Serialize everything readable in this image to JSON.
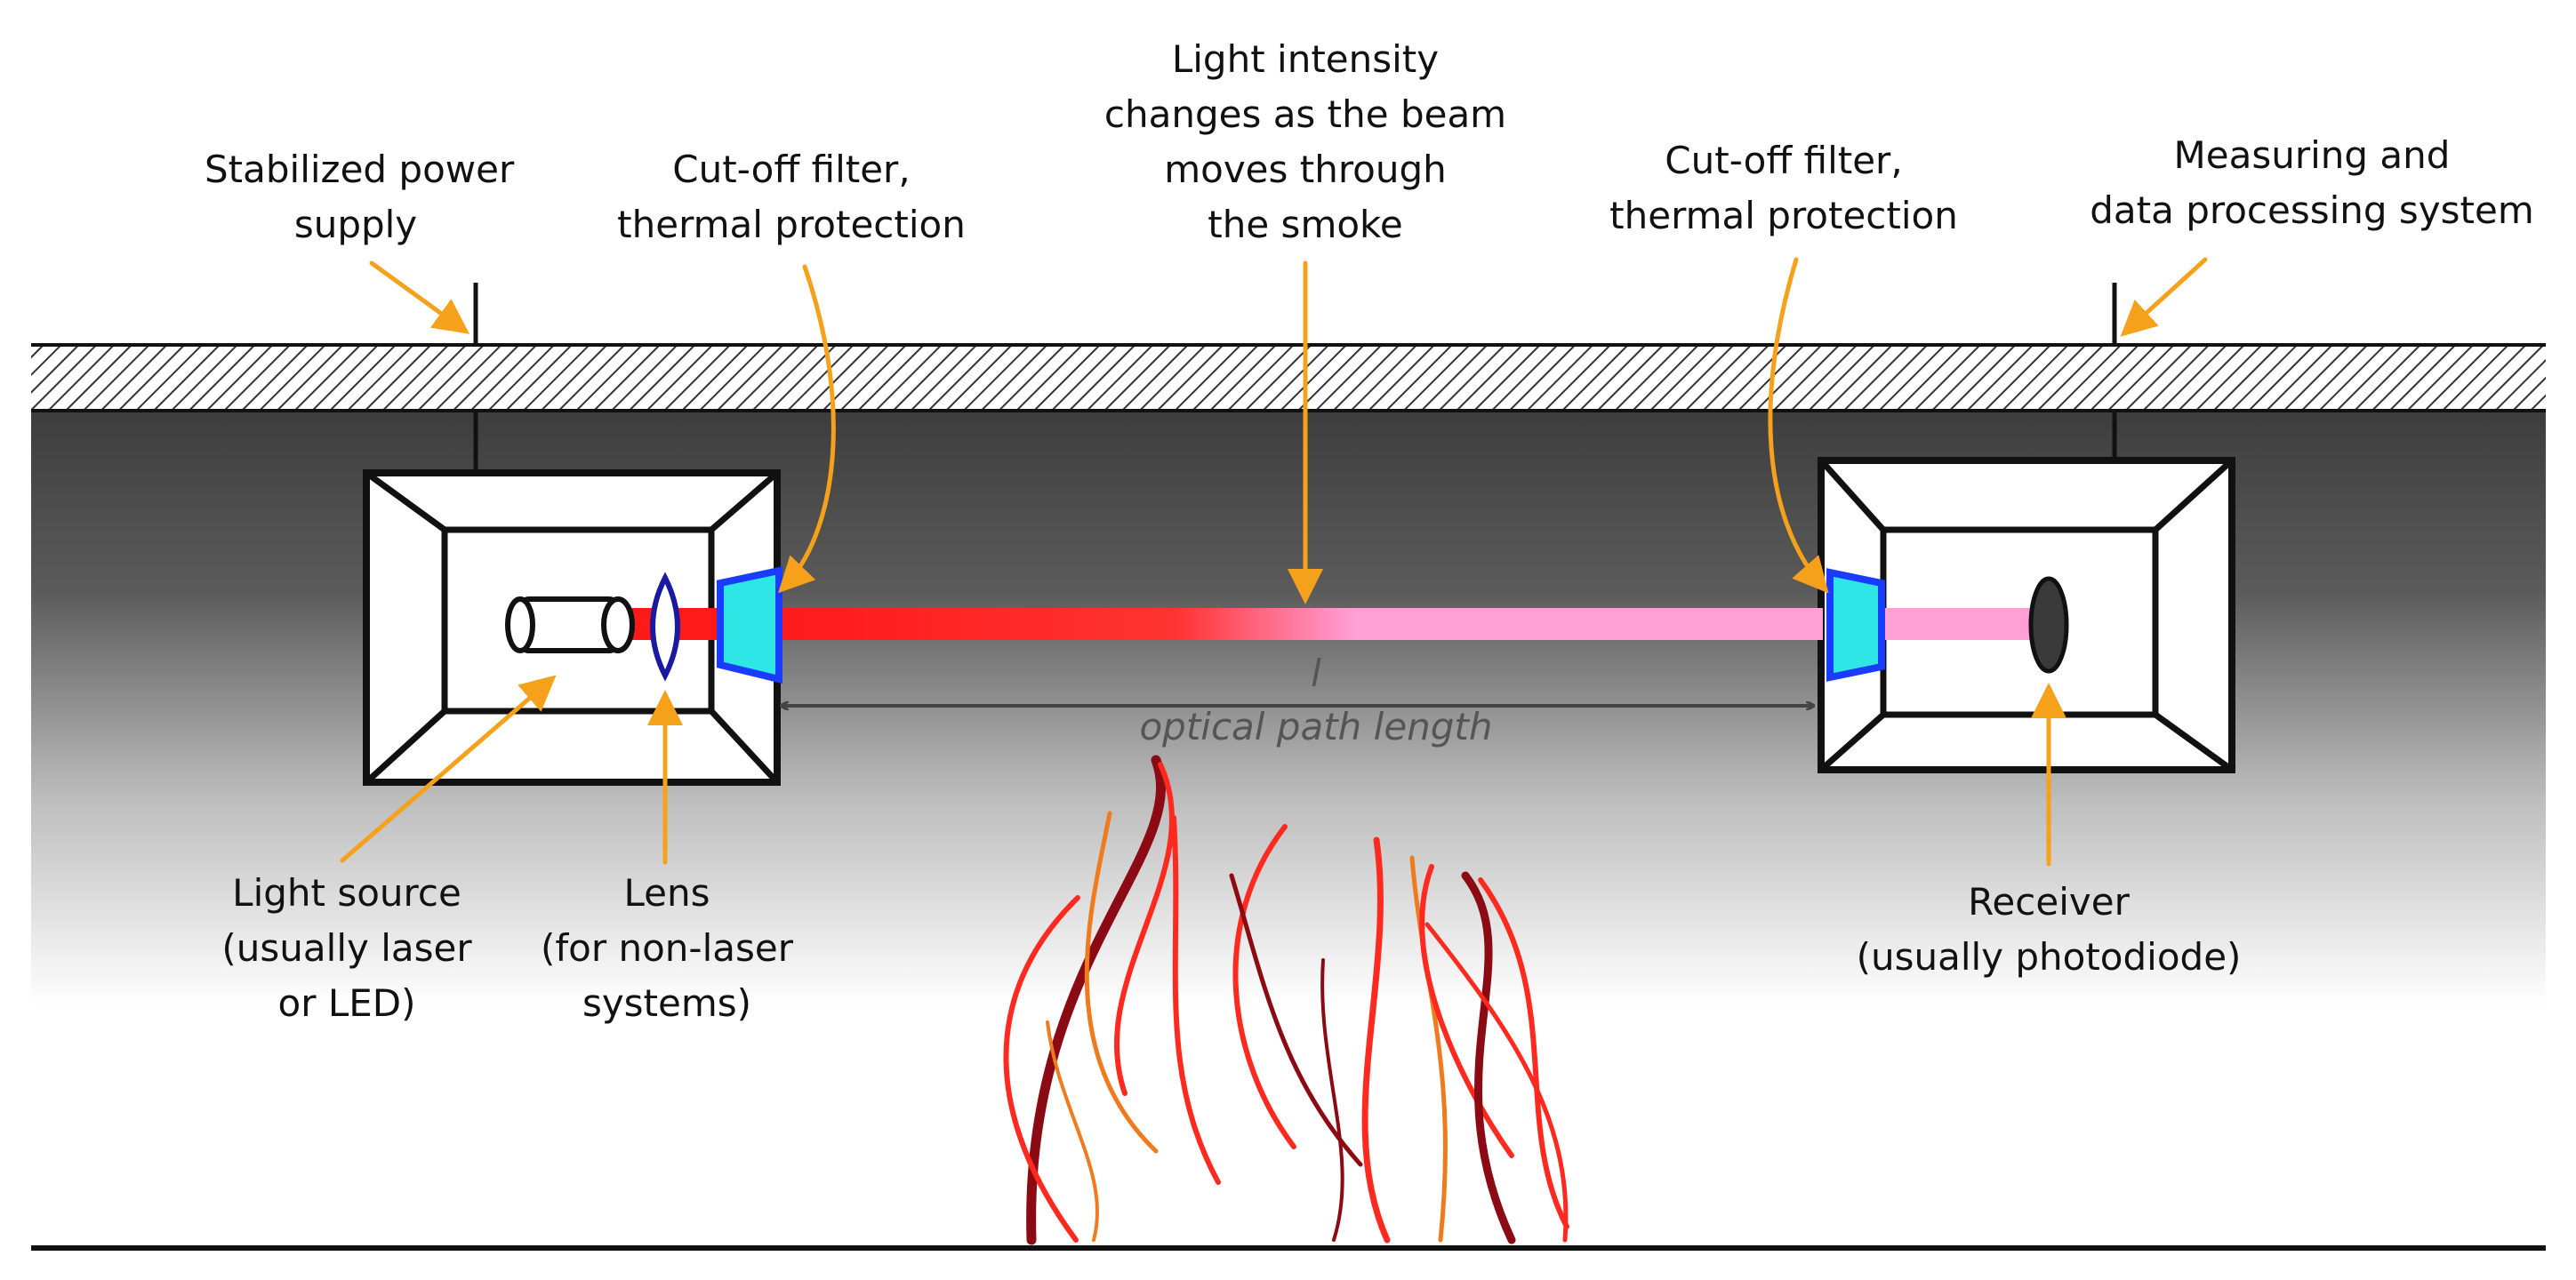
{
  "labels": {
    "power_supply": [
      "Stabilized power",
      "supply"
    ],
    "filter_left": [
      "Cut-off filter,",
      "thermal protection"
    ],
    "intensity": [
      "Light intensity",
      "changes as the beam",
      "moves through",
      "the smoke"
    ],
    "filter_right": [
      "Cut-off filter,",
      "thermal protection"
    ],
    "measuring": [
      "Measuring and",
      "data processing system"
    ],
    "light_source": [
      "Light source",
      "(usually laser",
      "or LED)"
    ],
    "lens": [
      "Lens",
      "(for non-laser",
      "systems)"
    ],
    "receiver": [
      "Receiver",
      "(usually photodiode)"
    ],
    "path_symbol": "l",
    "path_length": "optical path length"
  },
  "colors": {
    "arrow": "#f5a11b",
    "beam_start": "#ff1a1a",
    "beam_end": "#ff9fd6",
    "filter": "#2ee6e6",
    "filter_edge": "#1a3cff",
    "smoke_top": "#3d3d3d",
    "smoke_bottom": "#ffffff",
    "flame_dark": "#8b0a14",
    "flame_red": "#ff2a1f",
    "flame_orange": "#f07a1e"
  },
  "icons": {
    "light_source": "cylinder-icon",
    "lens": "biconvex-lens-icon",
    "receiver": "photodiode-icon",
    "fire": "flame-icon"
  }
}
